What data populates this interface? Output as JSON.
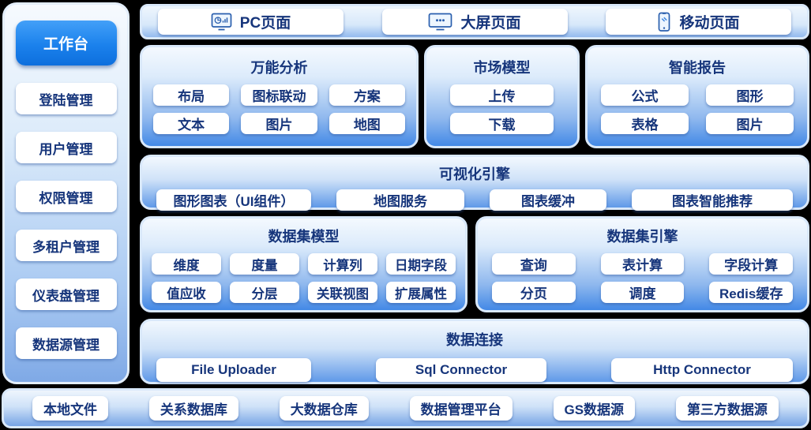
{
  "colors": {
    "page_background": "#000000",
    "accent_blue": "#1b81ec",
    "panel_gradient_bottom": "#4389e6",
    "text_navy": "#16357b",
    "button_background": "#ffffff",
    "panel_rim": "#d9e8fa"
  },
  "sidebar": {
    "active_item": "工作台",
    "items": [
      {
        "label": "登陆管理"
      },
      {
        "label": "用户管理"
      },
      {
        "label": "权限管理"
      },
      {
        "label": "多租户管理"
      },
      {
        "label": "仪表盘管理"
      },
      {
        "label": "数据源管理"
      }
    ]
  },
  "top_bar": {
    "items": [
      {
        "label": "PC页面",
        "icon": "pc-monitor-chart-icon"
      },
      {
        "label": "大屏页面",
        "icon": "bigscreen-monitor-dots-icon"
      },
      {
        "label": "移动页面",
        "icon": "mobile-phone-icon"
      }
    ]
  },
  "panels": {
    "universal_analysis": {
      "title": "万能分析",
      "buttons": [
        "布局",
        "图标联动",
        "方案",
        "文本",
        "图片",
        "地图"
      ]
    },
    "market_model": {
      "title": "市场模型",
      "buttons": [
        "上传",
        "下载"
      ]
    },
    "smart_report": {
      "title": "智能报告",
      "buttons": [
        "公式",
        "图形",
        "表格",
        "图片"
      ]
    },
    "visualization_engine": {
      "title": "可视化引擎",
      "buttons": [
        "图形图表（UI组件）",
        "地图服务",
        "图表缓冲",
        "图表智能推荐"
      ]
    },
    "dataset_model": {
      "title": "数据集模型",
      "buttons": [
        "维度",
        "度量",
        "计算列",
        "日期字段",
        "值应收",
        "分层",
        "关联视图",
        "扩展属性"
      ]
    },
    "dataset_engine": {
      "title": "数据集引擎",
      "buttons": [
        "查询",
        "表计算",
        "字段计算",
        "分页",
        "调度",
        "Redis缓存"
      ]
    },
    "data_connection": {
      "title": "数据连接",
      "buttons": [
        "File Uploader",
        "Sql Connector",
        "Http Connector"
      ]
    }
  },
  "bottom_bar": {
    "items": [
      "本地文件",
      "关系数据库",
      "大数据仓库",
      "数据管理平台",
      "GS数据源",
      "第三方数据源"
    ]
  }
}
